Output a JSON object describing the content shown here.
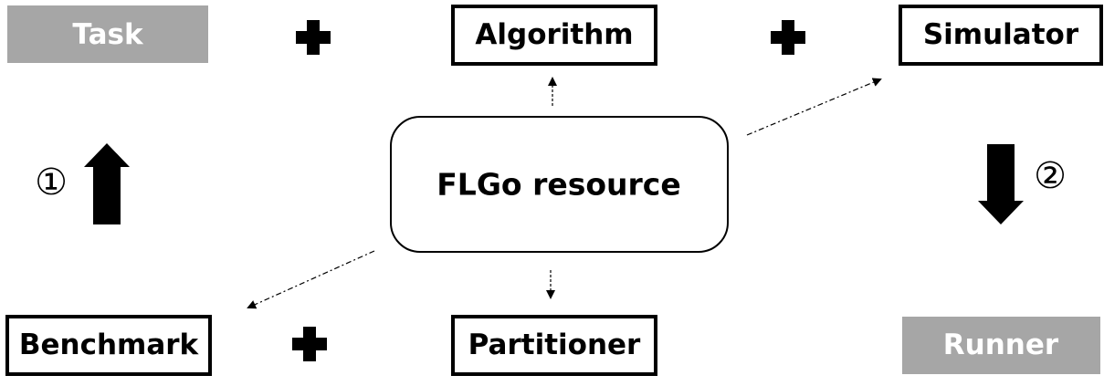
{
  "colors": {
    "gray_fill": "#a6a6a6",
    "ink": "#000000",
    "white": "#ffffff"
  },
  "nodes": {
    "task": "Task",
    "algorithm": "Algorithm",
    "simulator": "Simulator",
    "benchmark": "Benchmark",
    "partitioner": "Partitioner",
    "runner": "Runner",
    "resource": "FLGo resource"
  },
  "steps": {
    "one": "①",
    "two": "②"
  },
  "icons": {
    "plus": "plus-icon",
    "up_arrow": "arrow-up-icon",
    "down_arrow": "arrow-down-icon"
  }
}
